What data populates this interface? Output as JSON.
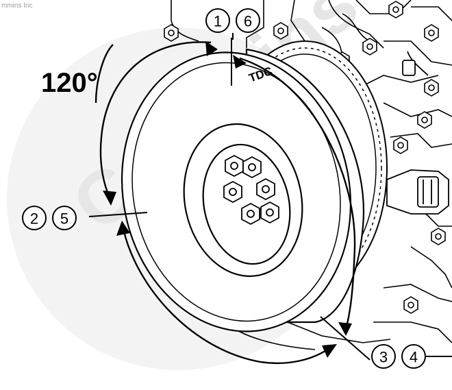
{
  "watermark": {
    "copyright_text": "mmins Inc",
    "brand_text": "Cummins"
  },
  "diagram": {
    "angle_label": "120°",
    "tdc_mark_label": "TDC",
    "callouts": {
      "top_left": "1",
      "top_right": "6",
      "mid_left": "2",
      "mid_right": "5",
      "bottom_left": "3",
      "bottom_right": "4"
    }
  },
  "colors": {
    "line": "#000000",
    "watermark": "#f1f1f1",
    "background": "#ffffff"
  }
}
